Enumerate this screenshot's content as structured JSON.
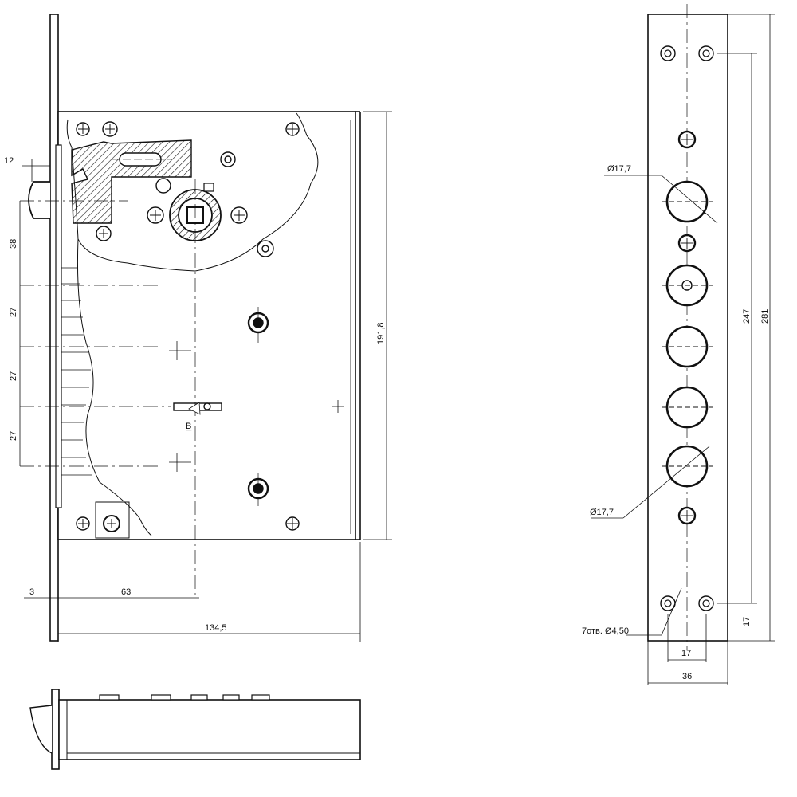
{
  "dimensions": {
    "backset_latch": "12",
    "step_38": "38",
    "step_27a": "27",
    "step_27b": "27",
    "step_27c": "27",
    "height_body": "191,8",
    "faceplate_thickness": "3",
    "backset": "63",
    "body_width": "134,5",
    "section_mark": "B",
    "hole_dia_top": "Ø17,7",
    "hole_dia_bottom": "Ø17,7",
    "hole_spec": "7отв. Ø4,50",
    "hole_spacing": "17",
    "bottom_offset": "17",
    "plate_width": "36",
    "hole_pitch_total": "247",
    "plate_length": "281"
  },
  "colors": {
    "line": "#111111",
    "background": "#ffffff"
  }
}
